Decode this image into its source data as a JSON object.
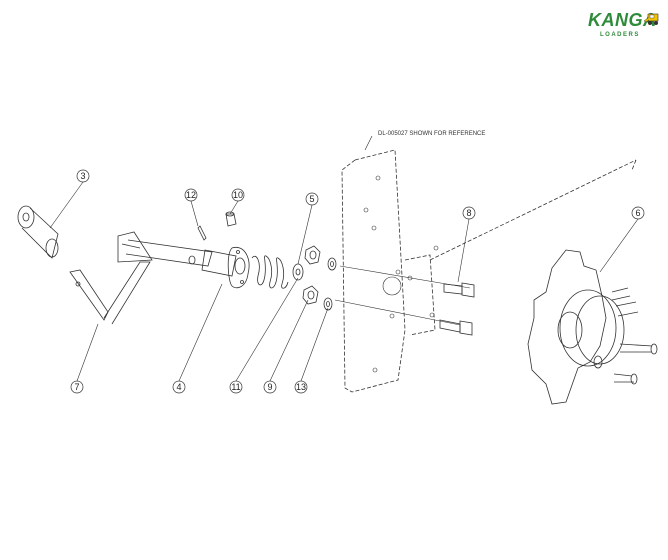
{
  "logo": {
    "word": "KANGA",
    "sub": "LOADERS",
    "color": "#2e8b3a",
    "accent": "#f2c400"
  },
  "reference_note": "DL-005027 SHOWN FOR REFERENCE",
  "callouts": [
    "3",
    "12",
    "10",
    "5",
    "8",
    "6",
    "7",
    "4",
    "11",
    "9",
    "13"
  ]
}
